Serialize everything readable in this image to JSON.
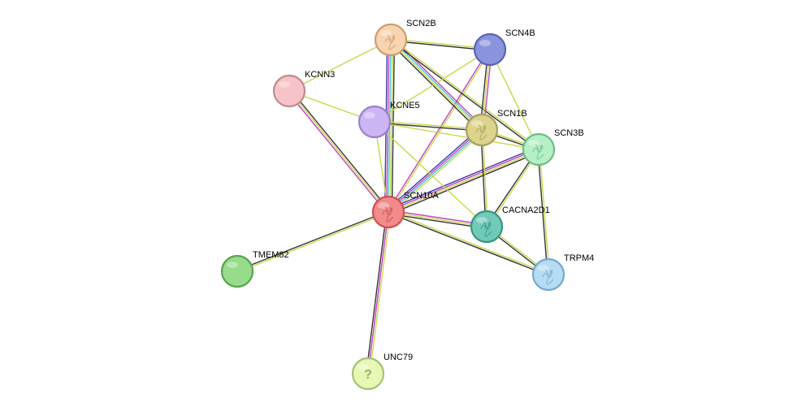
{
  "colors": {
    "coexpression": "#333333",
    "textmining": "#c8d94a",
    "experiments": "#c23fc2",
    "databases": "#40c8d8",
    "homology": "#3d3d9e"
  },
  "nodes": [
    {
      "id": "SCN10A",
      "label": "SCN10A",
      "fill": "#f28b8b",
      "stroke": "#d05050",
      "icon": "protein-structure-icon"
    },
    {
      "id": "SCN2B",
      "label": "SCN2B",
      "fill": "#f8d4b0",
      "stroke": "#c8a070",
      "icon": "protein-structure-icon"
    },
    {
      "id": "SCN4B",
      "label": "SCN4B",
      "fill": "#8a94dc",
      "stroke": "#5a64b4",
      "icon": ""
    },
    {
      "id": "KCNN3",
      "label": "KCNN3",
      "fill": "#f6c4c8",
      "stroke": "#c08a8e",
      "icon": ""
    },
    {
      "id": "KCNE5",
      "label": "KCNE5",
      "fill": "#cdb6f4",
      "stroke": "#9a80cc",
      "icon": ""
    },
    {
      "id": "SCN1B",
      "label": "SCN1B",
      "fill": "#dcd48c",
      "stroke": "#a8a060",
      "icon": "protein-structure-icon"
    },
    {
      "id": "SCN3B",
      "label": "SCN3B",
      "fill": "#b6f0c6",
      "stroke": "#70bc88",
      "icon": "protein-structure-icon"
    },
    {
      "id": "CACNA2D1",
      "label": "CACNA2D1",
      "fill": "#6fcab8",
      "stroke": "#3a9484",
      "icon": "protein-structure-icon"
    },
    {
      "id": "TRPM4",
      "label": "TRPM4",
      "fill": "#b4dcf4",
      "stroke": "#78a8cc",
      "icon": "protein-structure-icon"
    },
    {
      "id": "TMEM82",
      "label": "TMEM82",
      "fill": "#96dc8a",
      "stroke": "#58a44e",
      "icon": ""
    },
    {
      "id": "UNC79",
      "label": "UNC79",
      "fill": "#e6f8b4",
      "stroke": "#a8c078",
      "icon": "question-mark-icon",
      "glyph": "?"
    }
  ],
  "edges": [
    {
      "source": "SCN10A",
      "target": "SCN2B",
      "types": [
        "homology",
        "experiments",
        "databases",
        "textmining",
        "coexpression"
      ]
    },
    {
      "source": "SCN10A",
      "target": "SCN4B",
      "types": [
        "experiments",
        "textmining"
      ]
    },
    {
      "source": "SCN10A",
      "target": "KCNN3",
      "types": [
        "experiments",
        "textmining",
        "coexpression"
      ]
    },
    {
      "source": "SCN10A",
      "target": "KCNE5",
      "types": [
        "textmining"
      ]
    },
    {
      "source": "SCN10A",
      "target": "SCN1B",
      "types": [
        "homology",
        "experiments",
        "databases",
        "textmining"
      ]
    },
    {
      "source": "SCN10A",
      "target": "SCN3B",
      "types": [
        "homology",
        "experiments",
        "textmining",
        "coexpression"
      ]
    },
    {
      "source": "SCN10A",
      "target": "CACNA2D1",
      "types": [
        "experiments",
        "textmining",
        "coexpression"
      ]
    },
    {
      "source": "SCN10A",
      "target": "TRPM4",
      "types": [
        "textmining",
        "coexpression"
      ]
    },
    {
      "source": "SCN10A",
      "target": "TMEM82",
      "types": [
        "textmining",
        "coexpression"
      ]
    },
    {
      "source": "SCN10A",
      "target": "UNC79",
      "types": [
        "textmining",
        "experiments",
        "coexpression"
      ]
    },
    {
      "source": "SCN2B",
      "target": "SCN4B",
      "types": [
        "textmining",
        "coexpression"
      ]
    },
    {
      "source": "SCN2B",
      "target": "KCNN3",
      "types": [
        "textmining"
      ]
    },
    {
      "source": "SCN2B",
      "target": "SCN1B",
      "types": [
        "experiments",
        "databases",
        "textmining",
        "coexpression"
      ]
    },
    {
      "source": "SCN2B",
      "target": "SCN3B",
      "types": [
        "textmining",
        "coexpression"
      ]
    },
    {
      "source": "SCN4B",
      "target": "SCN1B",
      "types": [
        "experiments",
        "textmining",
        "coexpression"
      ]
    },
    {
      "source": "SCN4B",
      "target": "SCN3B",
      "types": [
        "textmining"
      ]
    },
    {
      "source": "SCN4B",
      "target": "KCNE5",
      "types": [
        "textmining"
      ]
    },
    {
      "source": "KCNN3",
      "target": "KCNE5",
      "types": [
        "textmining"
      ]
    },
    {
      "source": "KCNE5",
      "target": "SCN1B",
      "types": [
        "textmining",
        "coexpression"
      ]
    },
    {
      "source": "KCNE5",
      "target": "SCN3B",
      "types": [
        "textmining"
      ]
    },
    {
      "source": "KCNE5",
      "target": "CACNA2D1",
      "types": [
        "textmining"
      ]
    },
    {
      "source": "SCN1B",
      "target": "SCN3B",
      "types": [
        "textmining",
        "coexpression"
      ]
    },
    {
      "source": "SCN1B",
      "target": "CACNA2D1",
      "types": [
        "textmining",
        "coexpression"
      ]
    },
    {
      "source": "SCN3B",
      "target": "CACNA2D1",
      "types": [
        "textmining",
        "coexpression"
      ]
    },
    {
      "source": "SCN3B",
      "target": "TRPM4",
      "types": [
        "textmining",
        "coexpression"
      ]
    },
    {
      "source": "CACNA2D1",
      "target": "TRPM4",
      "types": [
        "textmining",
        "coexpression"
      ]
    }
  ]
}
